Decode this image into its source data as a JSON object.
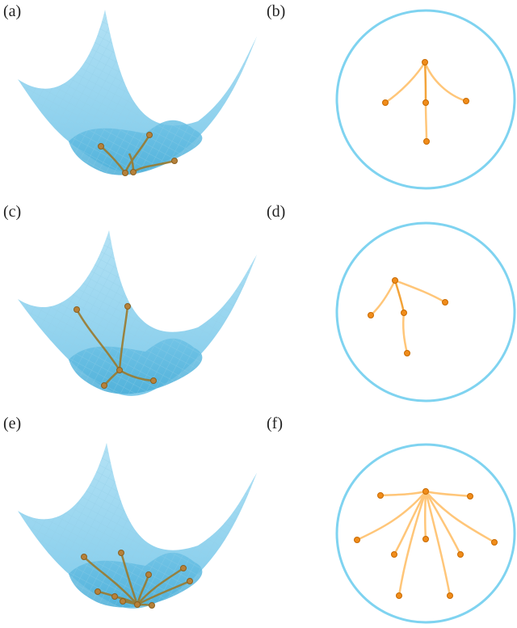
{
  "panels": [
    {
      "id": "a",
      "label": "(a)",
      "kind": "surface",
      "description_points": 5
    },
    {
      "id": "b",
      "label": "(b)",
      "kind": "disk",
      "nodes": 5
    },
    {
      "id": "c",
      "label": "(c)",
      "kind": "surface",
      "description_points": 5
    },
    {
      "id": "d",
      "label": "(d)",
      "kind": "disk",
      "nodes": 5
    },
    {
      "id": "e",
      "label": "(e)",
      "kind": "surface",
      "description_points": 10
    },
    {
      "id": "f",
      "label": "(f)",
      "kind": "disk",
      "nodes": 10
    }
  ],
  "colors": {
    "surface_light": "#a9dcf2",
    "surface_dark": "#5cb8e0",
    "grid": "#8fcbe6",
    "disk_stroke": "#7fd3f0",
    "edge_light": "#ffc679",
    "edge_dark": "#f3a43a",
    "node": "#f08c1a",
    "surface_edge": "#9a7a2e",
    "surface_node": "#b6813a"
  }
}
